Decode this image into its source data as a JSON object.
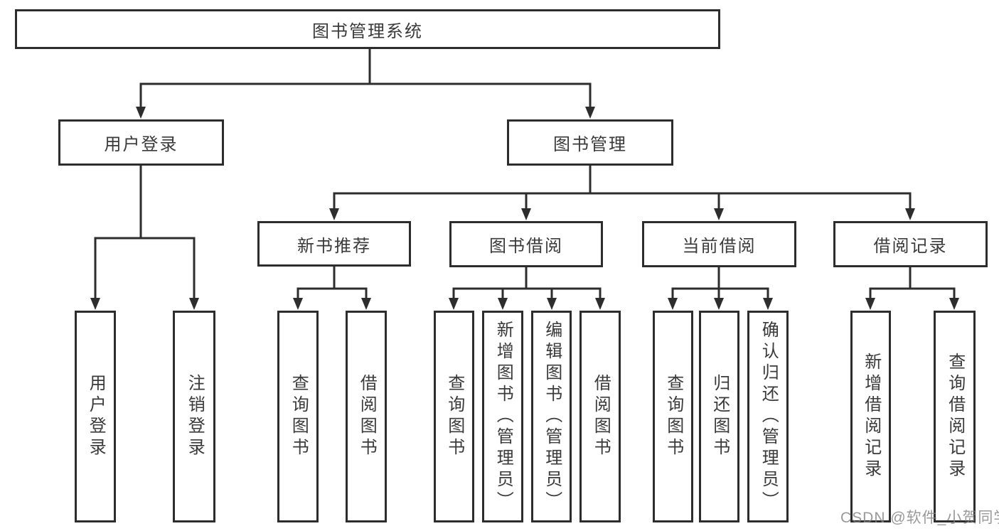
{
  "diagram": {
    "root": "图书管理系统",
    "level2": [
      {
        "label": "用户登录"
      },
      {
        "label": "图书管理"
      }
    ],
    "userChildren": [
      {
        "label": "用户登录"
      },
      {
        "label": "注销登录"
      }
    ],
    "groups": [
      {
        "label": "新书推荐",
        "children": [
          {
            "label": "查询图书"
          },
          {
            "label": "借阅图书"
          }
        ]
      },
      {
        "label": "图书借阅",
        "children": [
          {
            "label": "查询图书"
          },
          {
            "label": "新增图书（管理员）"
          },
          {
            "label": "编辑图书（管理员）"
          },
          {
            "label": "借阅图书"
          }
        ]
      },
      {
        "label": "当前借阅",
        "children": [
          {
            "label": "查询图书"
          },
          {
            "label": "归还图书"
          },
          {
            "label": "确认归还（管理员）"
          }
        ]
      },
      {
        "label": "借阅记录",
        "children": [
          {
            "label": "新增借阅记录"
          },
          {
            "label": "查询借阅记录"
          }
        ]
      }
    ]
  },
  "watermark": "CSDN @软件_小贺同学",
  "colors": {
    "line": "#2d2d2d",
    "text": "#3a3a3a",
    "background": "#ffffff",
    "watermark": "#808080"
  }
}
